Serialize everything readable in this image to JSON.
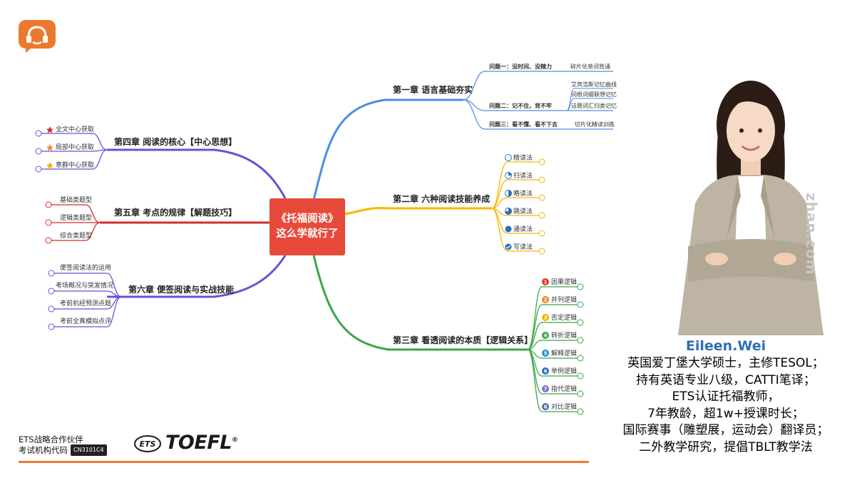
{
  "center": {
    "line1": "《托福阅读》",
    "line2": "这么学就行了"
  },
  "chapters": {
    "ch1": {
      "label": "第一章 语言基础夯实",
      "items": [
        {
          "problem": "问题一：没时间、没精力",
          "methods": [
            "碎片化单词背诵"
          ]
        },
        {
          "problem": "问题二：记不住，背不牢",
          "methods": [
            "艾宾浩斯记忆曲线",
            "词根词缀联想记忆",
            "话题词汇归类记忆"
          ]
        },
        {
          "problem": "问题三：看不懂、看不下去",
          "methods": [
            "切片化精读训练"
          ]
        }
      ]
    },
    "ch2": {
      "label": "第二章 六种阅读技能养成",
      "items": [
        "精读法",
        "扫读法",
        "略读法",
        "跳读法",
        "通读法",
        "写读法"
      ]
    },
    "ch3": {
      "label": "第三章 看透阅读的本质【逻辑关系】",
      "items": [
        "因果逻辑",
        "并列逻辑",
        "否定逻辑",
        "转折逻辑",
        "解释逻辑",
        "举例逻辑",
        "指代逻辑",
        "对比逻辑"
      ],
      "numbers": [
        "1",
        "2",
        "3",
        "4",
        "5",
        "6",
        "7",
        "8"
      ]
    },
    "ch4": {
      "label": "第四章 阅读的核心【中心思想】",
      "items": [
        "全文中心获取",
        "局部中心获取",
        "意群中心获取"
      ]
    },
    "ch5": {
      "label": "第五章 考点的规律【解题技巧】",
      "items": [
        "基础类题型",
        "逻辑类题型",
        "综合类题型"
      ]
    },
    "ch6": {
      "label": "第六章 便签阅读与实战技能",
      "items": [
        "便签阅读法的运用",
        "考场概况与突发情况",
        "考前机经预测点题",
        "考前全真模拟点评"
      ]
    }
  },
  "colors": {
    "ch1": "#4a8fe0",
    "ch2": "#f5b800",
    "ch3": "#3aa64a",
    "ch4": "#6a4fd8",
    "ch5": "#d42c2c",
    "ch6": "#6a4fd8",
    "center": "#e74a3b",
    "accent": "#ec7a2e"
  },
  "bio": {
    "name": "Eileen.Wei",
    "lines": [
      "英国爱丁堡大学硕士，主修TESOL；",
      "持有英语专业八级，CATTI笔译；",
      "ETS认证托福教师，",
      "7年教龄，超1w+授课时长；",
      "国际赛事（雕塑展，运动会）翻译员；",
      "二外教学研究，提倡TBLT教学法"
    ]
  },
  "watermark": "zhan.com",
  "footer": {
    "partner": "ETS战略合作伙伴",
    "code_label": "考试机构代码",
    "code": "CN3101C4",
    "ets": "ETS",
    "toefl": "TOEFL",
    "reg": "®"
  },
  "icons": {
    "logo": "headset-chat-icon"
  }
}
